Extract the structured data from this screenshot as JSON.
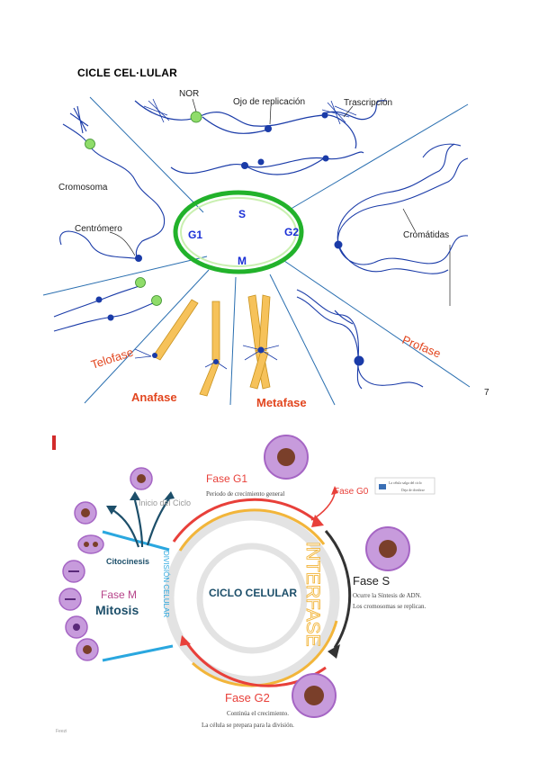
{
  "title": "CICLE CEL·LULAR",
  "top_diagram": {
    "phases": {
      "g1": "G1",
      "s": "S",
      "g2": "G2",
      "m": "M"
    },
    "labels": {
      "nor": "NOR",
      "replication_eye": "Ojo de replicación",
      "transcription": "Trascripción",
      "chromosome": "Cromosoma",
      "centromere": "Centrómero",
      "chromatids": "Cromátidas",
      "telophase": "Telofase",
      "anaphase": "Anafase",
      "metaphase": "Metafase",
      "prophase": "Profase"
    },
    "page_number": "7",
    "colors": {
      "ring": "#22b22b",
      "phase_text": "#1a2fd6",
      "stage_text": "#e2461f",
      "dna": "#1a3ba8",
      "chromosome_fill": "#f6c25a"
    }
  },
  "bottom_diagram": {
    "center": "CICLO CELULAR",
    "interphase": "INTERFASE",
    "cell_division": "DIVISIÓN CELULAR",
    "phase_g1": {
      "name": "Fase G1",
      "desc": "Periodo de crecimiento general"
    },
    "phase_g0": {
      "name": "Fase G0",
      "note_line1": "La célula salga del ciclo",
      "note_line2": "Deja de dividirse"
    },
    "phase_s": {
      "name": "Fase S",
      "desc_line1": "Ocurre la Síntesis de ADN.",
      "desc_line2": "Los cromosomas se replican."
    },
    "phase_g2": {
      "name": "Fase G2",
      "desc_line1": "Continúa el crecimiento.",
      "desc_line2": "La célula se prepara para la división."
    },
    "phase_m": {
      "name": "Fase M",
      "sub": "Mitosis"
    },
    "cytokinesis": "Citocinesis",
    "cycle_start": "Inicio del Ciclo",
    "footer": "Feezi",
    "colors": {
      "red": "#e8403a",
      "yellow": "#f2b53a",
      "blue": "#2aa7df",
      "dark_teal": "#1d4f6a",
      "grey_ring": "#e3e3e3",
      "cell": "#a565c4"
    }
  }
}
